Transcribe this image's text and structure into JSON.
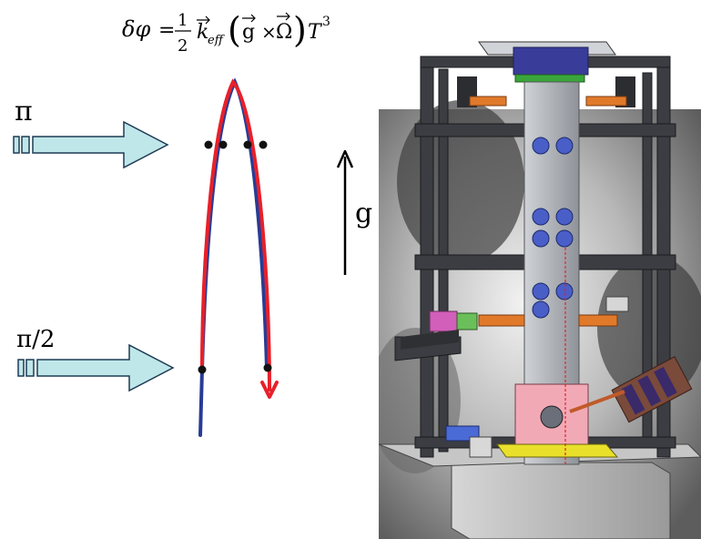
{
  "formula": {
    "lhs": "δφ",
    "eq": "=",
    "num": "1",
    "den": "2",
    "k": "k",
    "k_sub": "eff",
    "g": "g",
    "times": "×",
    "omega": "Ω",
    "T": "T",
    "T_exp": "3"
  },
  "labels": {
    "pulse_pi": "π",
    "pulse_pi_half": "π/2",
    "gravity": "g"
  },
  "colors": {
    "arrow_fill": "#bfe7e9",
    "arrow_stroke": "#1f3b55",
    "trajectory_red": "#e8202a",
    "trajectory_blue": "#283c96",
    "dot": "#111111"
  },
  "icons": {
    "pulse_arrow": "block-arrow-right",
    "gravity_arrow": "arrow-up",
    "apparatus": "atom-interferometer-cad-model"
  }
}
